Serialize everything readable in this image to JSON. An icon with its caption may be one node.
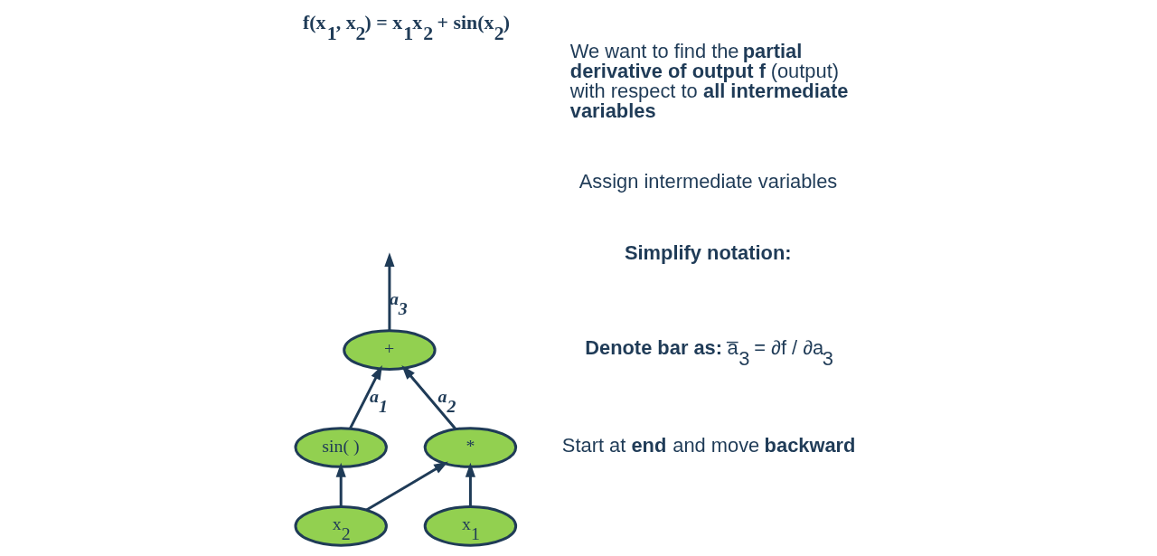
{
  "diagram": {
    "title": "f(x$_{1}$, x$_{2}$) = x$_{1}$x$_{2}$ + sin(x$_{2}$)",
    "nodes": [
      {
        "text": [
          "+"
        ]
      },
      {
        "text": [
          "sin( )"
        ]
      },
      {
        "text": [
          "*"
        ]
      },
      {
        "text": [
          "x$_{2}$"
        ]
      },
      {
        "text": [
          "x$_{1}$"
        ]
      }
    ],
    "edges": [
      {
        "from": 0,
        "to": null,
        "arrow": "to",
        "label": "a$_{3}$"
      },
      {
        "from": 1,
        "to": 0,
        "arrow": "to",
        "label": "a$_{1}$"
      },
      {
        "from": 2,
        "to": 0,
        "arrow": "to",
        "label": "a$_{2}$"
      },
      {
        "from": 3,
        "to": 1,
        "arrow": "to"
      },
      {
        "from": 3,
        "to": 2,
        "arrow": "to"
      },
      {
        "from": 4,
        "to": 2,
        "arrow": "to"
      }
    ],
    "labels": [
      "We want to find the **partial derivative of output f** (output) with respect to **all intermediate variables**",
      "Assign intermediate variables",
      "**Simplify notation:**",
      "**Denote bar as:** a̅$_{3}$ = ∂f / ∂a$_{3}$",
      "Start at **end** and move **backward**"
    ]
  }
}
